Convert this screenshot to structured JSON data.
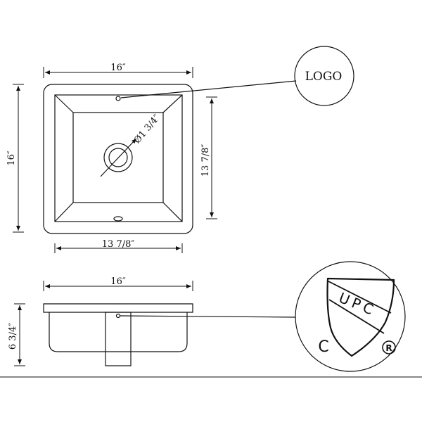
{
  "top_view": {
    "width_label": "16″",
    "height_label": "16″",
    "inner_height_label": "13 7/8″",
    "inner_width_label": "13 7/8″",
    "drain_label": "Ø1 3/4″"
  },
  "side_view": {
    "width_label": "16″",
    "depth_label": "6 3/4″"
  },
  "callouts": {
    "logo_label": "LOGO",
    "upc_label": "UPC",
    "c_label": "C",
    "registered_label": "R"
  }
}
